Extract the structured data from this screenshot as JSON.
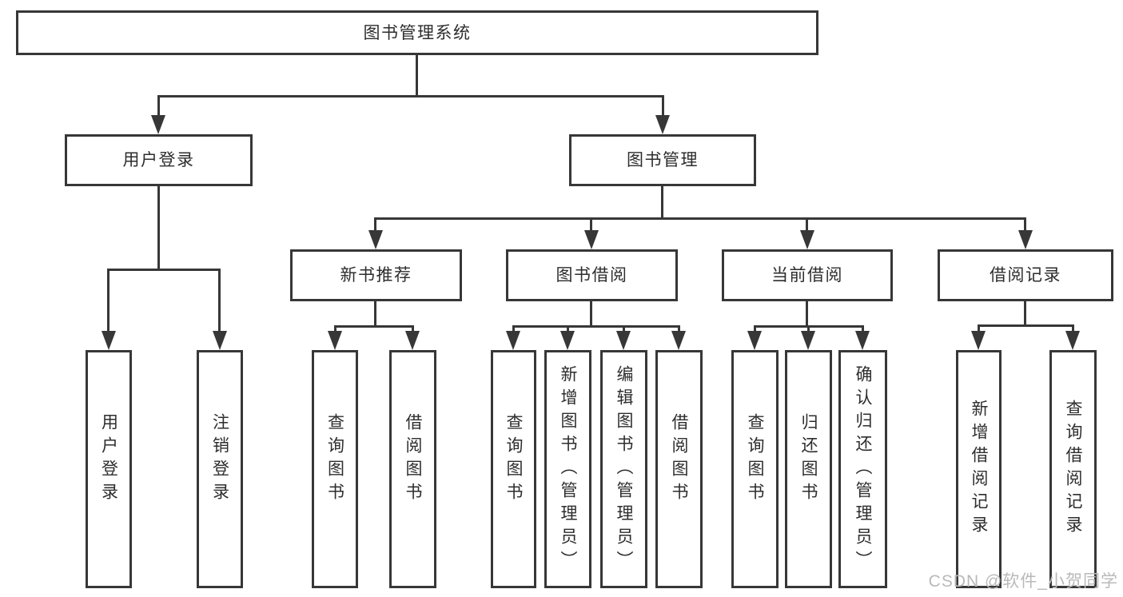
{
  "root": {
    "label": "图书管理系统"
  },
  "branches": {
    "user_login": {
      "label": "用户登录",
      "children": {
        "login": "用户登录",
        "logout": "注销登录"
      }
    },
    "book_mgmt": {
      "label": "图书管理"
    }
  },
  "modules": {
    "new_books": {
      "label": "新书推荐",
      "children": {
        "query": "查询图书",
        "borrow": "借阅图书"
      }
    },
    "book_borrow": {
      "label": "图书借阅",
      "children": {
        "query": "查询图书",
        "add": "新增图书（管理员）",
        "edit": "编辑图书（管理员）",
        "borrow": "借阅图书"
      }
    },
    "current_borrow": {
      "label": "当前借阅",
      "children": {
        "query": "查询图书",
        "return": "归还图书",
        "confirm": "确认归还（管理员）"
      }
    },
    "borrow_records": {
      "label": "借阅记录",
      "children": {
        "add": "新增借阅记录",
        "query": "查询借阅记录"
      }
    }
  },
  "watermark": "CSDN @软件_小贺同学",
  "colors": {
    "line": "#373737",
    "text": "#2d2d2d",
    "watermark": "#b9b9b9"
  }
}
